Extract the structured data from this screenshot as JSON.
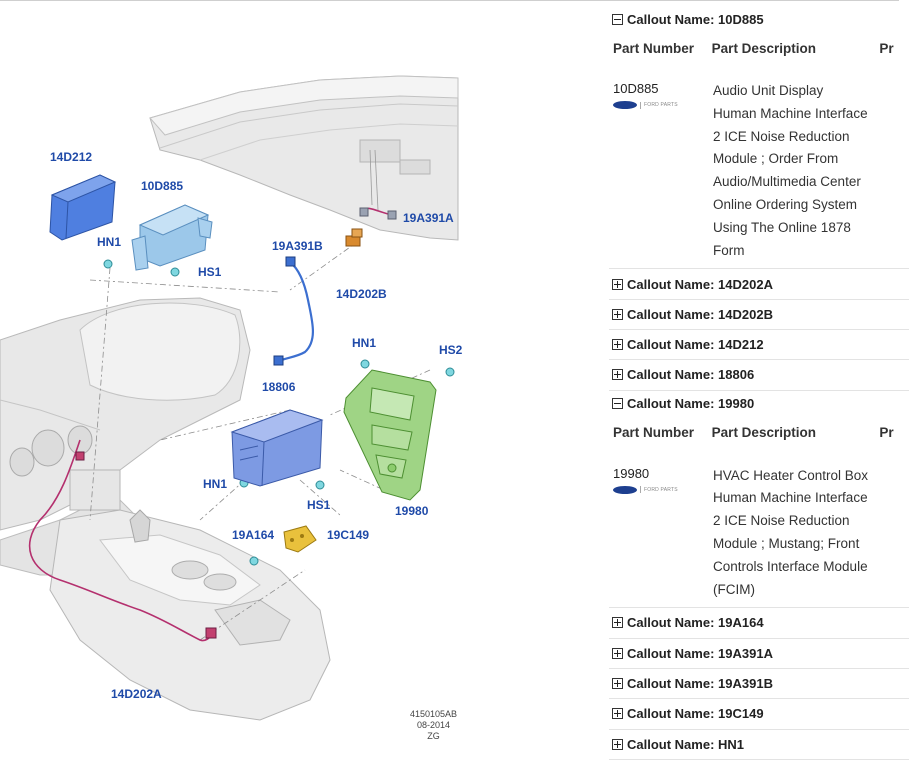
{
  "diagram": {
    "labels": [
      {
        "id": "14D212",
        "text": "14D212"
      },
      {
        "id": "10D885",
        "text": "10D885"
      },
      {
        "id": "HN1_a",
        "text": "HN1"
      },
      {
        "id": "HS1_a",
        "text": "HS1"
      },
      {
        "id": "19A391A",
        "text": "19A391A"
      },
      {
        "id": "19A391B",
        "text": "19A391B"
      },
      {
        "id": "14D202B",
        "text": "14D202B"
      },
      {
        "id": "HN1_b",
        "text": "HN1"
      },
      {
        "id": "HS2",
        "text": "HS2"
      },
      {
        "id": "18806",
        "text": "18806"
      },
      {
        "id": "HN1_c",
        "text": "HN1"
      },
      {
        "id": "HS1_b",
        "text": "HS1"
      },
      {
        "id": "19980",
        "text": "19980"
      },
      {
        "id": "19A164",
        "text": "19A164"
      },
      {
        "id": "19C149",
        "text": "19C149"
      },
      {
        "id": "14D202A",
        "text": "14D202A"
      }
    ],
    "stamp": {
      "line1": "4150105AB",
      "line2": "08-2014",
      "line3": "ZG"
    },
    "colors": {
      "callout": "#1f4aa8",
      "module_blue": "#4f7fe0",
      "module_lightblue": "#9cc8ea",
      "bezel_green": "#9fd485",
      "harness": "#b4306e",
      "amp_yellow": "#e9c13c",
      "connector_orange": "#d98a2e"
    }
  },
  "panel": {
    "callout_prefix": "Callout Name:",
    "header": {
      "part_number": "Part Number",
      "part_description": "Part Description",
      "price": "Pr"
    },
    "brand": {
      "logo_icon": "ford-oval-logo",
      "text": "FORD PARTS"
    },
    "rows": [
      {
        "name": "10D885",
        "expanded": true,
        "part_number": "10D885",
        "description": [
          "Audio Unit Display",
          "Human Machine Interface",
          "2 ICE Noise Reduction",
          "Module ; Order From",
          "Audio/Multimedia Center",
          "Online Ordering System",
          "Using The Online 1878",
          "Form"
        ]
      },
      {
        "name": "14D202A",
        "expanded": false
      },
      {
        "name": "14D202B",
        "expanded": false
      },
      {
        "name": "14D212",
        "expanded": false
      },
      {
        "name": "18806",
        "expanded": false
      },
      {
        "name": "19980",
        "expanded": true,
        "part_number": "19980",
        "description": [
          "HVAC Heater Control Box",
          "Human Machine Interface",
          "2 ICE Noise Reduction",
          "Module ; Mustang; Front",
          "Controls Interface Module",
          "(FCIM)"
        ]
      },
      {
        "name": "19A164",
        "expanded": false
      },
      {
        "name": "19A391A",
        "expanded": false
      },
      {
        "name": "19A391B",
        "expanded": false
      },
      {
        "name": "19C149",
        "expanded": false
      },
      {
        "name": "HN1",
        "expanded": false
      }
    ]
  }
}
